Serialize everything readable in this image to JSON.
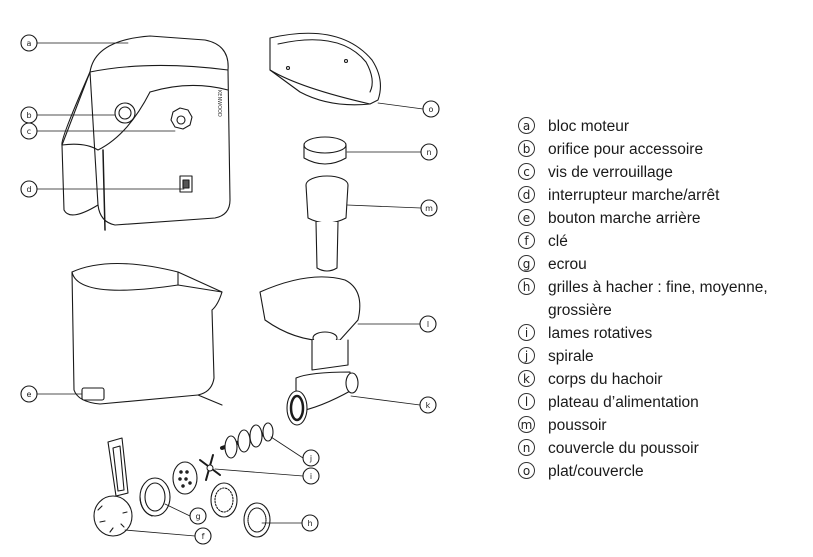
{
  "callouts": [
    {
      "letter": "a"
    },
    {
      "letter": "b"
    },
    {
      "letter": "c"
    },
    {
      "letter": "d"
    },
    {
      "letter": "e"
    },
    {
      "letter": "f"
    },
    {
      "letter": "g"
    },
    {
      "letter": "h"
    },
    {
      "letter": "i"
    },
    {
      "letter": "j"
    },
    {
      "letter": "k"
    },
    {
      "letter": "l"
    },
    {
      "letter": "m"
    },
    {
      "letter": "n"
    },
    {
      "letter": "o"
    }
  ],
  "brand_mark": "KENWOOD",
  "legend": [
    {
      "letter": "a",
      "label": "bloc moteur"
    },
    {
      "letter": "b",
      "label": "orifice pour accessoire"
    },
    {
      "letter": "c",
      "label": "vis de verrouillage"
    },
    {
      "letter": "d",
      "label": "interrupteur marche/arrêt"
    },
    {
      "letter": "e",
      "label": "bouton marche arrière"
    },
    {
      "letter": "f",
      "label": "clé"
    },
    {
      "letter": "g",
      "label": "ecrou"
    },
    {
      "letter": "h",
      "label": "grilles à hacher : fine, moyenne, grossière"
    },
    {
      "letter": "i",
      "label": "lames rotatives"
    },
    {
      "letter": "j",
      "label": "spirale"
    },
    {
      "letter": "k",
      "label": "corps du hachoir"
    },
    {
      "letter": "l",
      "label": "plateau d’alimentation"
    },
    {
      "letter": "m",
      "label": "poussoir"
    },
    {
      "letter": "n",
      "label": "couvercle du poussoir"
    },
    {
      "letter": "o",
      "label": "plat/couvercle"
    }
  ]
}
